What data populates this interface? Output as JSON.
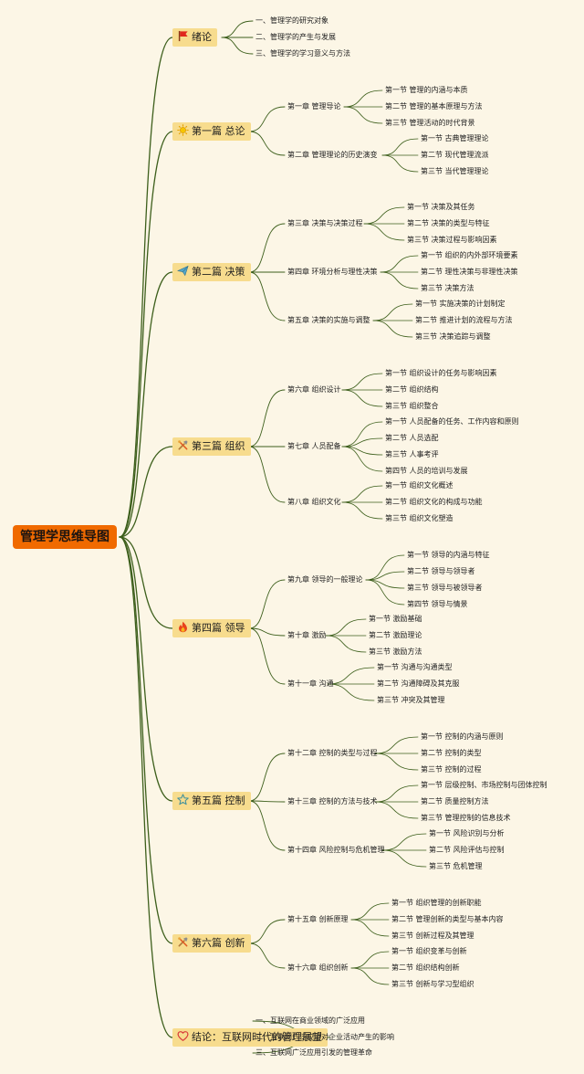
{
  "root": {
    "label": "管理学思维导图"
  },
  "colors": {
    "background": "#fcf6e6",
    "root": "#f06a00",
    "part": "#f7dc8e",
    "line": "#3d5f1c"
  },
  "parts": [
    {
      "label": "绪论",
      "icon": "red-flag-icon",
      "items": [
        {
          "label": "一、管理学的研究对象",
          "children": []
        },
        {
          "label": "二、管理学的产生与发展",
          "children": []
        },
        {
          "label": "三、管理学的学习意义与方法",
          "children": []
        }
      ]
    },
    {
      "label": "第一篇 总论",
      "icon": "sun-icon",
      "items": [
        {
          "label": "第一章 管理导论",
          "children": [
            "第一节 管理的内涵与本质",
            "第二节 管理的基本原理与方法",
            "第三节 管理活动的时代背景"
          ]
        },
        {
          "label": "第二章 管理理论的历史演变",
          "children": [
            "第一节 古典管理理论",
            "第二节 现代管理流派",
            "第三节 当代管理理论"
          ]
        }
      ]
    },
    {
      "label": "第二篇 决策",
      "icon": "paper-plane-icon",
      "items": [
        {
          "label": "第三章 决策与决策过程",
          "children": [
            "第一节 决策及其任务",
            "第二节 决策的类型与特征",
            "第三节 决策过程与影响因素"
          ]
        },
        {
          "label": "第四章 环境分析与理性决策",
          "children": [
            "第一节 组织的内外部环境要素",
            "第二节 理性决策与非理性决策",
            "第三节 决策方法"
          ]
        },
        {
          "label": "第五章 决策的实施与调整",
          "children": [
            "第一节 实施决策的计划制定",
            "第二节 推进计划的流程与方法",
            "第三节 决策追踪与调整"
          ]
        }
      ]
    },
    {
      "label": "第三篇 组织",
      "icon": "tools-icon",
      "items": [
        {
          "label": "第六章 组织设计",
          "children": [
            "第一节 组织设计的任务与影响因素",
            "第二节 组织结构",
            "第三节 组织整合"
          ]
        },
        {
          "label": "第七章 人员配备",
          "children": [
            "第一节 人员配备的任务、工作内容和原则",
            "第二节 人员选配",
            "第三节 人事考评",
            "第四节 人员的培训与发展"
          ]
        },
        {
          "label": "第八章 组织文化",
          "children": [
            "第一节 组织文化概述",
            "第二节 组织文化的构成与功能",
            "第三节 组织文化塑造"
          ]
        }
      ]
    },
    {
      "label": "第四篇 领导",
      "icon": "fire-icon",
      "items": [
        {
          "label": "第九章 领导的一般理论",
          "children": [
            "第一节 领导的内涵与特征",
            "第二节 领导与领导者",
            "第三节 领导与被领导者",
            "第四节 领导与情景"
          ]
        },
        {
          "label": "第十章 激励",
          "children": [
            "第一节 激励基础",
            "第二节 激励理论",
            "第三节 激励方法"
          ]
        },
        {
          "label": "第十一章 沟通",
          "children": [
            "第一节 沟通与沟通类型",
            "第二节 沟通障碍及其克服",
            "第三节 冲突及其管理"
          ]
        }
      ]
    },
    {
      "label": "第五篇 控制",
      "icon": "star-icon",
      "items": [
        {
          "label": "第十二章 控制的类型与过程",
          "children": [
            "第一节 控制的内涵与原则",
            "第二节 控制的类型",
            "第三节 控制的过程"
          ]
        },
        {
          "label": "第十三章 控制的方法与技术",
          "children": [
            "第一节 层级控制、市场控制与团体控制",
            "第二节 质量控制方法",
            "第三节 管理控制的信息技术"
          ]
        },
        {
          "label": "第十四章 风险控制与危机管理",
          "children": [
            "第一节 风险识别与分析",
            "第二节 风险评估与控制",
            "第三节 危机管理"
          ]
        }
      ]
    },
    {
      "label": "第六篇 创新",
      "icon": "tools-icon",
      "items": [
        {
          "label": "第十五章 创新原理",
          "children": [
            "第一节 组织管理的创新职能",
            "第二节 管理创新的类型与基本内容",
            "第三节 创新过程及其管理"
          ]
        },
        {
          "label": "第十六章 组织创新",
          "children": [
            "第一节 组织变革与创新",
            "第二节 组织结构创新",
            "第三节 创新与学习型组织"
          ]
        }
      ]
    },
    {
      "label": "结论：互联网时代的管理展望",
      "icon": "heart-icon",
      "items": [
        {
          "label": "一、互联网在商业领域的广泛应用",
          "children": []
        },
        {
          "label": "二、互联网广泛应用对企业活动产生的影响",
          "children": []
        },
        {
          "label": "三、互联网广泛应用引发的管理革命",
          "children": []
        }
      ]
    }
  ]
}
